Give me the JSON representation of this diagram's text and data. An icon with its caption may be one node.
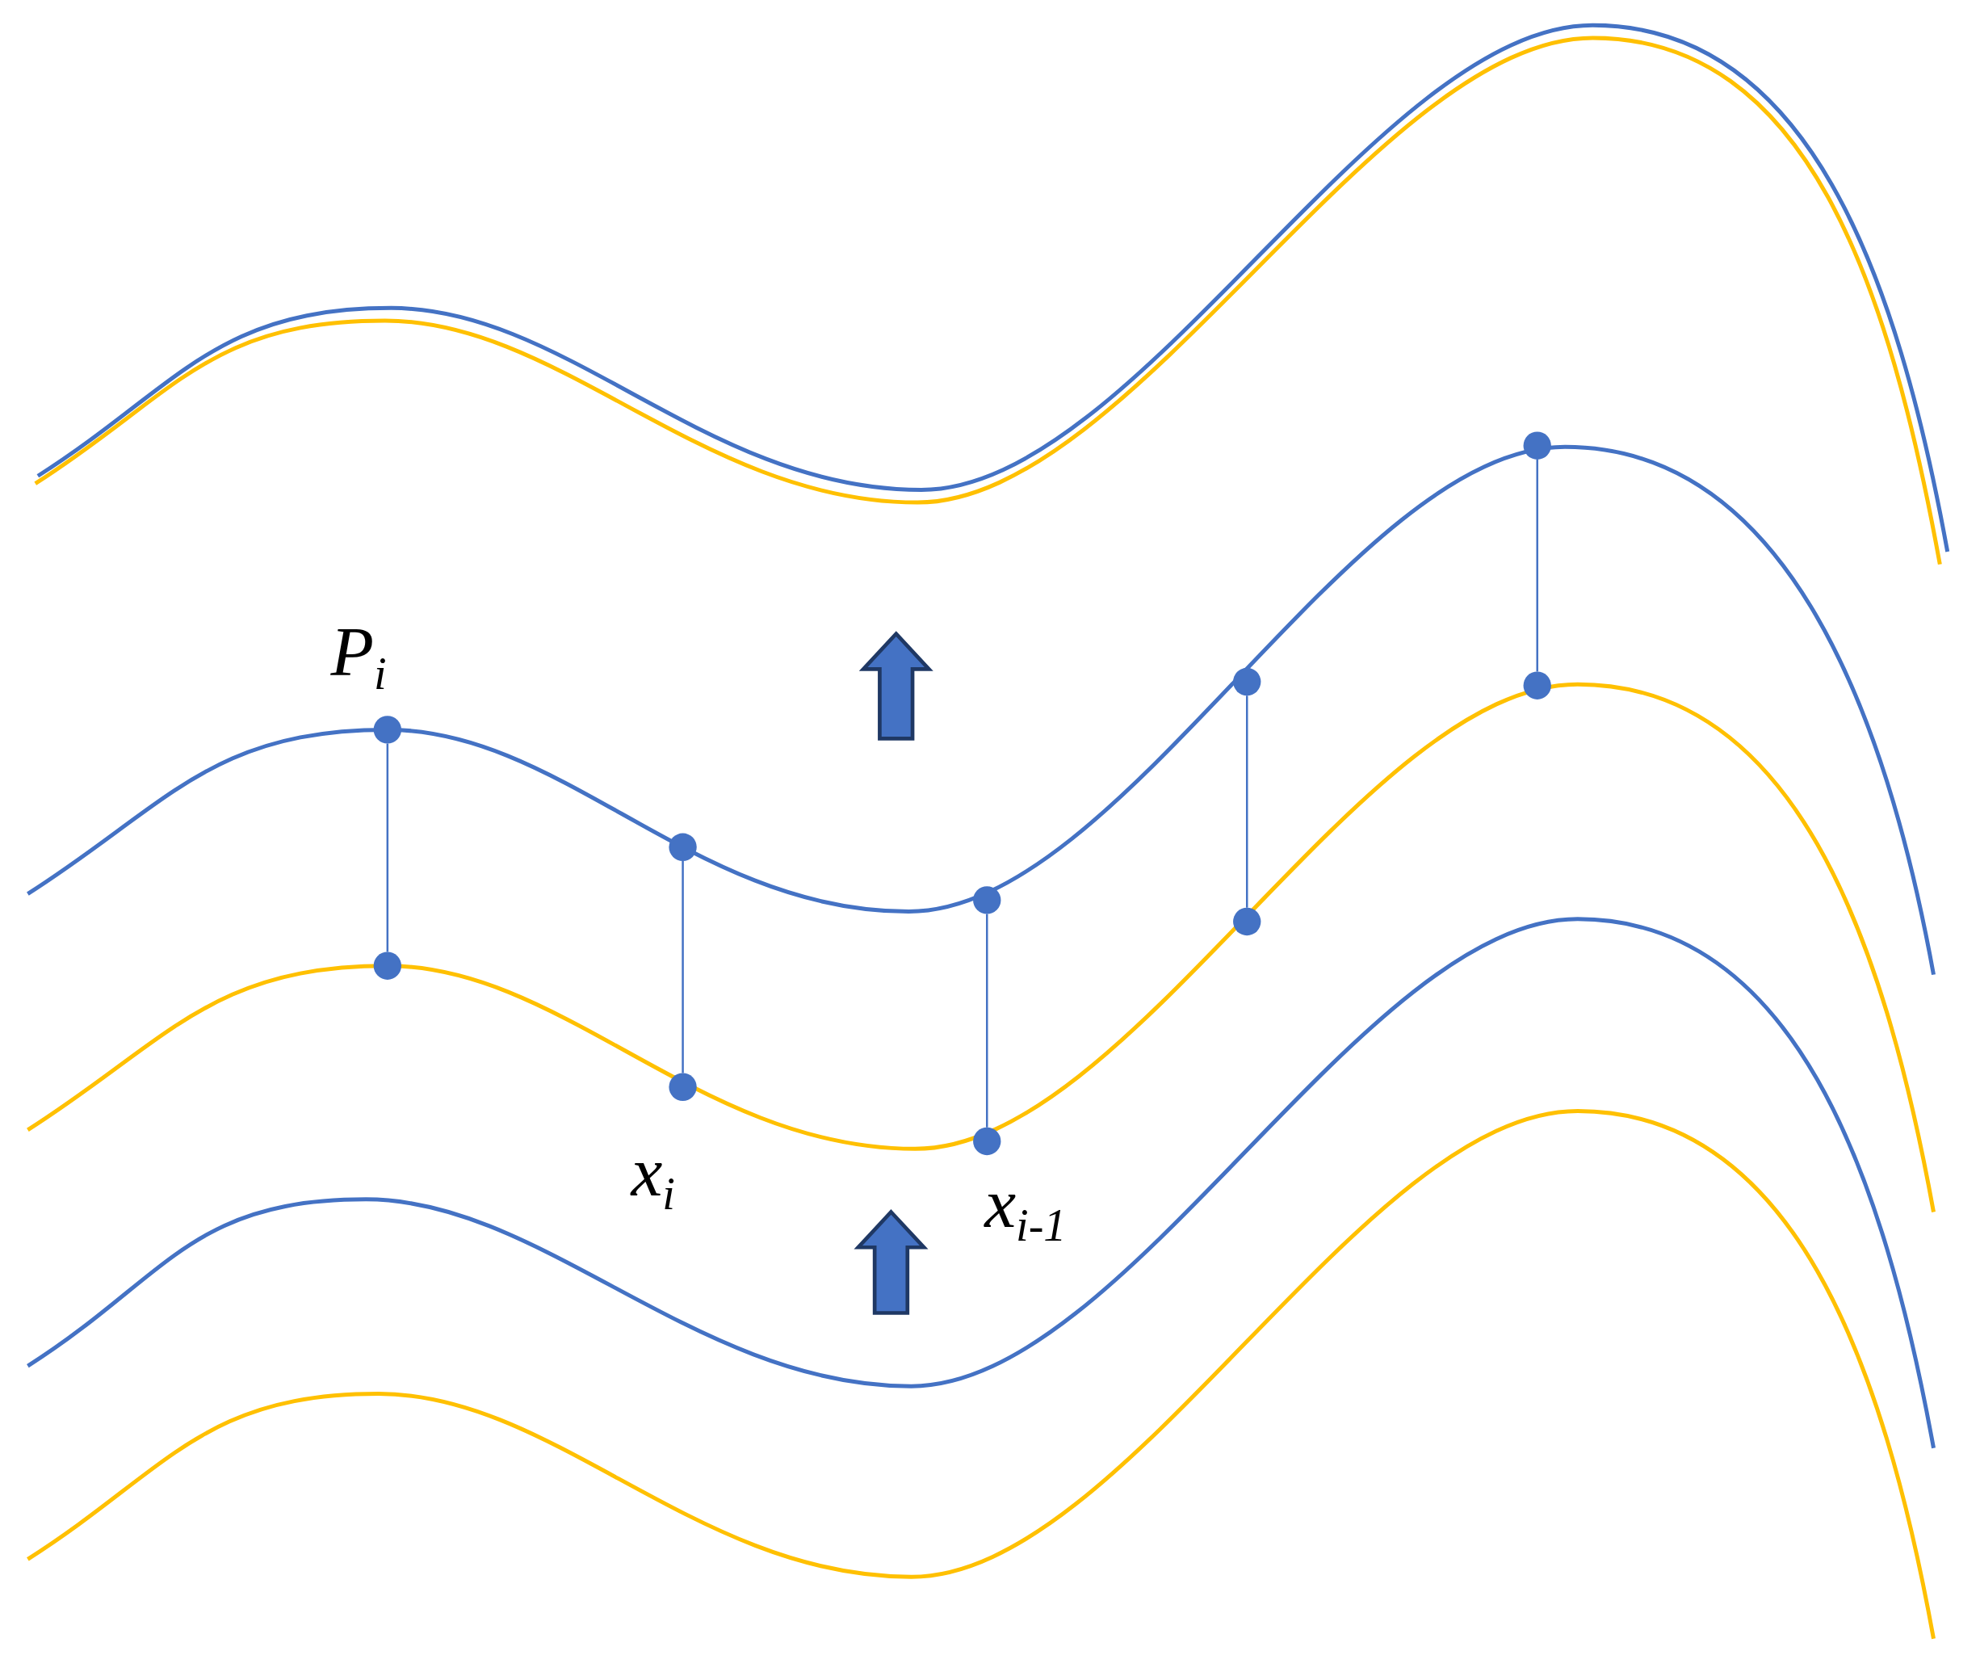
{
  "diagram": {
    "nodes": [
      {
        "text": [],
        "shape": "circle",
        "beside": [
          "P$_{i}$"
        ]
      },
      {
        "text": [],
        "shape": "circle"
      },
      {
        "text": [],
        "shape": "circle"
      },
      {
        "text": [],
        "shape": "circle"
      },
      {
        "text": [],
        "shape": "circle"
      },
      {
        "text": [],
        "shape": "circle"
      },
      {
        "text": [],
        "shape": "circle",
        "beside": [
          "x$_{i}$"
        ]
      },
      {
        "text": [],
        "shape": "circle",
        "beside": [
          "x$_{i-1}$"
        ]
      },
      {
        "text": [],
        "shape": "circle"
      },
      {
        "text": [],
        "shape": "circle"
      }
    ],
    "edges": [
      {
        "from": 0,
        "to": 5,
        "arrow": "none"
      },
      {
        "from": 1,
        "to": 6,
        "arrow": "none"
      },
      {
        "from": 2,
        "to": 7,
        "arrow": "none"
      },
      {
        "from": 3,
        "to": 8,
        "arrow": "none"
      },
      {
        "from": 4,
        "to": 9,
        "arrow": "none"
      }
    ]
  }
}
